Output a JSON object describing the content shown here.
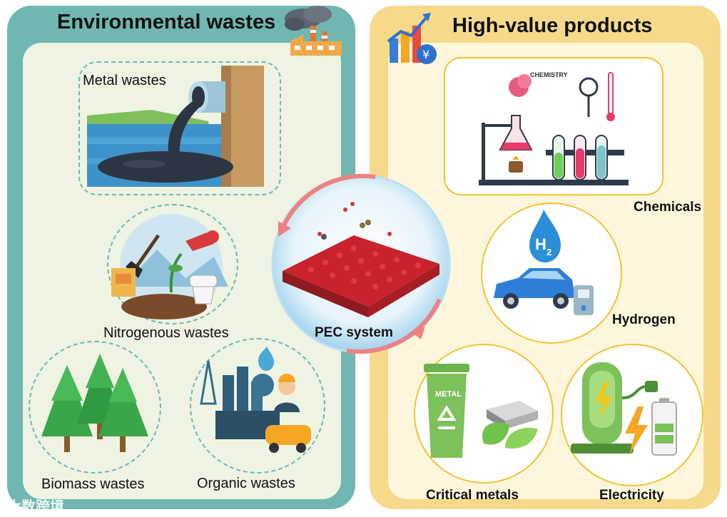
{
  "left_panel": {
    "title": "Environmental wastes",
    "items": [
      {
        "label": "Metal wastes"
      },
      {
        "label": "Nitrogenous wastes"
      },
      {
        "label": "Biomass wastes"
      },
      {
        "label": "Organic wastes"
      }
    ]
  },
  "right_panel": {
    "title": "High-value products",
    "items": [
      {
        "label": "Chemicals"
      },
      {
        "label": "Hydrogen"
      },
      {
        "label": "Critical metals"
      },
      {
        "label": "Electricity"
      }
    ]
  },
  "center": {
    "label": "PEC system",
    "h2_text": "H",
    "h2_sub": "2",
    "chem_text": "CHEMISTRY",
    "bin_text": "METAL",
    "yen_text": "¥"
  },
  "watermark": "大数跨境",
  "colors": {
    "left_panel": "#6fb7b0",
    "left_inner": "#eef3e2",
    "right_panel": "#f6d98a",
    "right_inner": "#fdf6dc",
    "catalyst": "#c8232c",
    "arrow": "#f08080"
  }
}
